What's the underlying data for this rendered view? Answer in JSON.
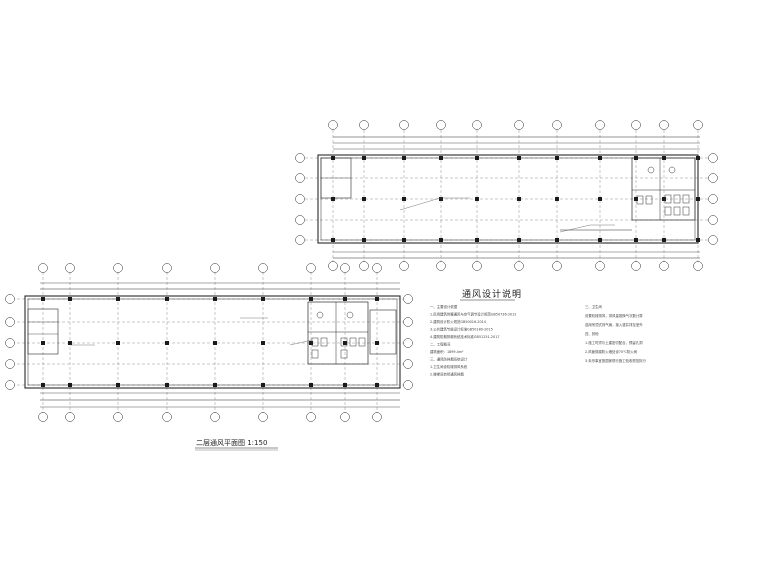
{
  "drawing": {
    "plan_title": "二层通风平面图 1:150",
    "notes_title": "通风设计说明"
  },
  "notes": {
    "col1": [
      "一、主要设计依据",
      "1.民用建筑供暖通风与空气调节设计规范GB50736-2012",
      "2.建筑设计防火规范GB50016-2014",
      "3.公共建筑节能设计标准GB50189-2015",
      "4.建筑防烟排烟系统技术标准GB51251-2017",
      "二、工程概况",
      "建筑面积：1899.4m²",
      "三、通风防排烟系统设计",
      "1.卫生间设机械排风系统",
      "2.楼梯间自然通风排烟"
    ],
    "col2": [
      "三、卫生间",
      "设置机械排风，排风量按换气次数计算",
      "选用吊顶式排气扇，接入竖井排至室外",
      "四、其他",
      "1.施工时须与土建密切配合，预留孔洞",
      "2.风管穿越防火墙处设70℃防火阀",
      "3.未尽事宜按国家现行施工验收规范执行"
    ]
  },
  "colors": {
    "line": "#2a2a2a",
    "accent": "#8c3a3a",
    "column": "#1a1a1a",
    "callout": "#3b6e9a"
  }
}
